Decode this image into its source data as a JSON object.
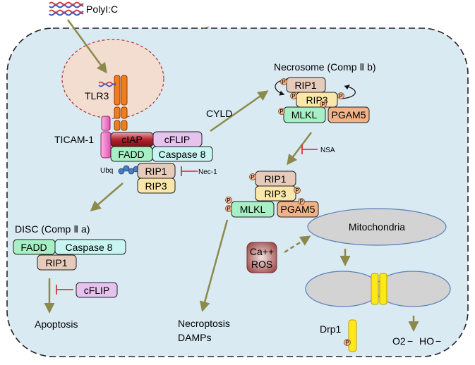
{
  "ligand": {
    "label": "PolyI:C"
  },
  "receptor": {
    "label": "TLR3"
  },
  "adaptor": {
    "label": "TICAM-1"
  },
  "complex_I": {
    "ciap": "cIAP",
    "cflip": "cFLIP",
    "fadd": "FADD",
    "caspase8": "Caspase 8",
    "ubq": "Ubq",
    "rip1": "RIP1",
    "rip3": "RIP3",
    "inhibitor": "Nec-1"
  },
  "cyld": "CYLD",
  "necrosome": {
    "title": "Necrosome (Comp Ⅱ b)",
    "rip1": "RIP1",
    "rip3": "RIP3",
    "mlkl": "MLKL",
    "pgam5": "PGAM5",
    "p": "P"
  },
  "nsa": "NSA",
  "complex_lower": {
    "rip1": "RIP1",
    "rip3": "RIP3",
    "mlkl": "MLKL",
    "pgam5": "PGAM5"
  },
  "disc": {
    "title": "DISC (Comp Ⅱ a)",
    "fadd": "FADD",
    "caspase8": "Caspase 8",
    "rip1": "RIP1",
    "cflip": "cFLIP",
    "outcome": "Apoptosis"
  },
  "necroptosis": {
    "line1": "Necroptosis",
    "line2": "DAMPs"
  },
  "mito": {
    "label": "Mitochondria"
  },
  "ca_ros": {
    "line1": "Ca++",
    "line2": "ROS"
  },
  "drp1": "Drp1",
  "ros_products": {
    "o2": "O2",
    "minus1": "−",
    "ho": "HO",
    "minus2": "−"
  },
  "colors": {
    "cell_fill": "#daeaf3",
    "tlr3": "#f07c1c",
    "ticam": "#f06cc0",
    "ciap": "#b3242d",
    "cflip": "#e6c2ee",
    "fadd": "#a7f0c5",
    "caspase8": "#c8f5f2",
    "rip1": "#e6cbbb",
    "rip3": "#fae7a9",
    "pgam5": "#f2b287",
    "mito": "#d3d3d3",
    "drp1": "#ffe914",
    "arrow": "#8c8a4a",
    "inhibit": "#e02020"
  }
}
